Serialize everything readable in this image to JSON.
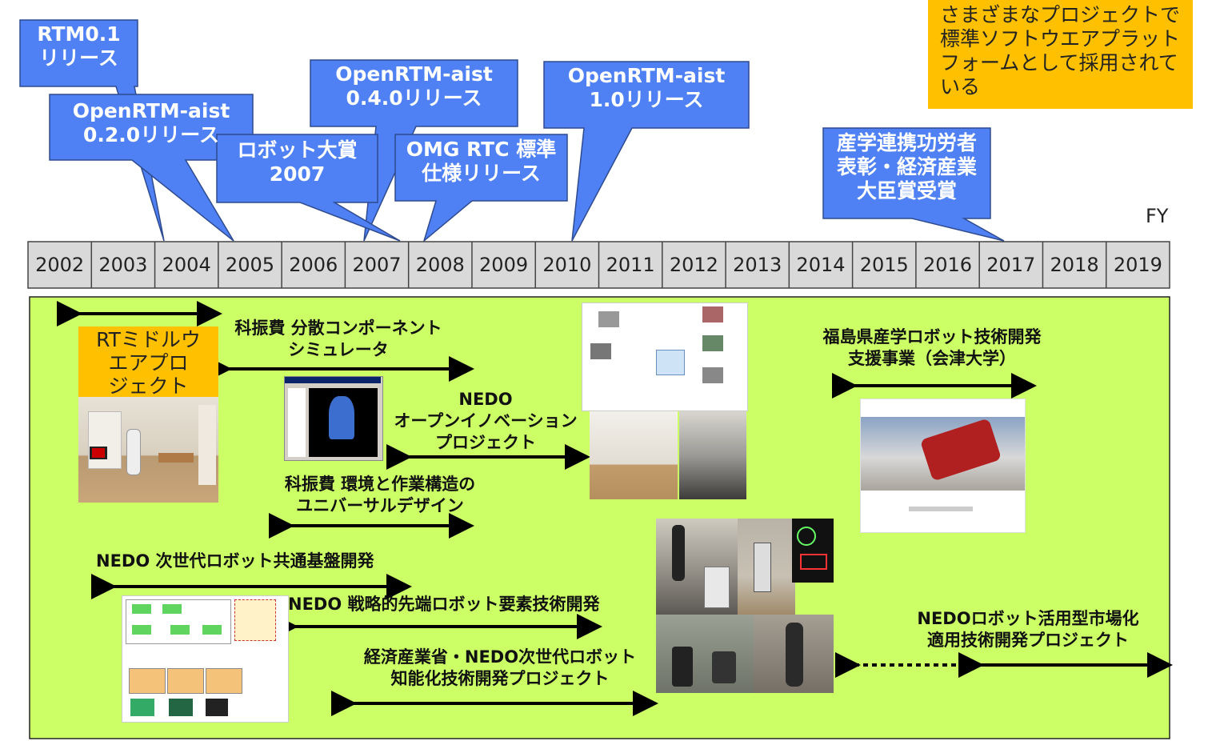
{
  "note": "さまざまなプロジェクトで標準ソフトウエアプラットフォームとして採用されている",
  "fy_label": "FY",
  "years": [
    "2002",
    "2003",
    "2004",
    "2005",
    "2006",
    "2007",
    "2008",
    "2009",
    "2010",
    "2011",
    "2012",
    "2013",
    "2014",
    "2015",
    "2016",
    "2017",
    "2018",
    "2019"
  ],
  "milestones": [
    {
      "text": "RTM0.1\nリリース"
    },
    {
      "text": "OpenRTM-aist\n0.2.0リリース"
    },
    {
      "text": "ロボット大賞\n2007"
    },
    {
      "text": "OpenRTM-aist\n0.4.0リリース"
    },
    {
      "text": "OMG RTC 標準\n仕様リリース"
    },
    {
      "text": "OpenRTM-aist\n1.0リリース"
    },
    {
      "text": "産学連携功労者\n表彰・経済産業\n大臣賞受賞"
    }
  ],
  "projects": {
    "rt_middleware": "RTミドルウ\nエアプロ\nジェクト",
    "kakenhi_sim": "科振費 分散コンポーネント\nシミュレータ",
    "nedo_open": "NEDO\nオープンイノベーション\nプロジェクト",
    "kakenhi_env": "科振費 環境と作業構造の\nユニバーサルデザイン",
    "nedo_next": "NEDO 次世代ロボット共通基盤開発",
    "nedo_strategic": "NEDO 戦略的先端ロボット要素技術開発",
    "meti_nedo": "経済産業省・NEDO次世代ロボット\n知能化技術開発プロジェクト",
    "fukushima": "福島県産学ロボット技術開発\n支援事業（会津大学）",
    "nedo_market": "NEDOロボット活用型市場化\n適用技術開発プロジェクト"
  },
  "colors": {
    "callout": "#4f81f5",
    "panel": "#ccff66",
    "note": "#ffc000",
    "rt_box": "#ffc000",
    "year_cell": "#d9d9d9"
  }
}
